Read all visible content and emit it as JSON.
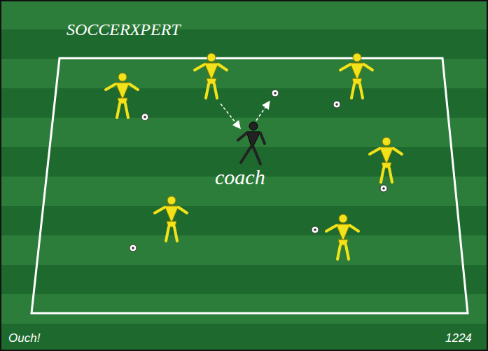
{
  "diagram": {
    "labels": [
      "SOCCERXPERT",
      "coach",
      "Ouch!",
      "1224"
    ]
  }
}
